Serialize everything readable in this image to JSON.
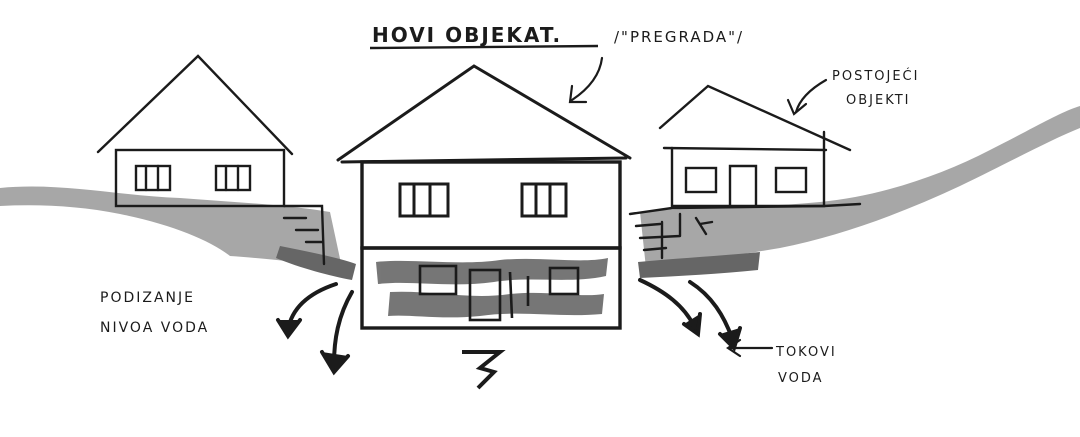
{
  "labels": {
    "title": "HOVI OBJEKAT.",
    "title_note": "/\"PREGRADA\"/",
    "existing_line1": "POSTOJEĆI",
    "existing_line2": "OBJEKTI",
    "rising_line1": "PODIZANJE",
    "rising_line2": "NIVOA VODA",
    "flows_line1": "TOKOVI",
    "flows_line2": "VODA"
  },
  "colors": {
    "ink": "#1b1b1b",
    "ground_shade": "#8a8a8a",
    "paper": "#ffffff"
  }
}
